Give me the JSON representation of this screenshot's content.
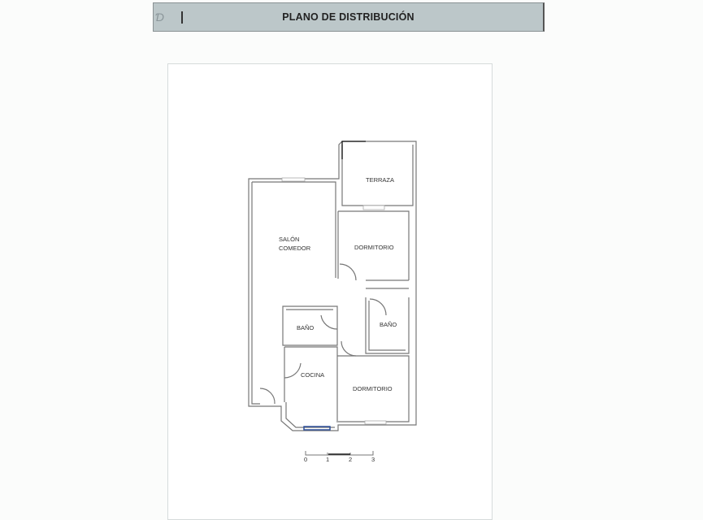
{
  "header": {
    "title": "PLANO DE DISTRIBUCIÓN"
  },
  "plan": {
    "rooms": {
      "terraza": "TERRAZA",
      "salon_line1": "SALÓN",
      "salon_line2": "COMEDOR",
      "dormitorio_1": "DORMITORIO",
      "bano_left": "BAÑO",
      "bano_right": "BAÑO",
      "cocina": "COCINA",
      "dormitorio_2": "DORMITORIO"
    },
    "scale_labels": [
      "0",
      "1",
      "2",
      "3"
    ],
    "window_highlight_color": "#2d4f9a"
  }
}
